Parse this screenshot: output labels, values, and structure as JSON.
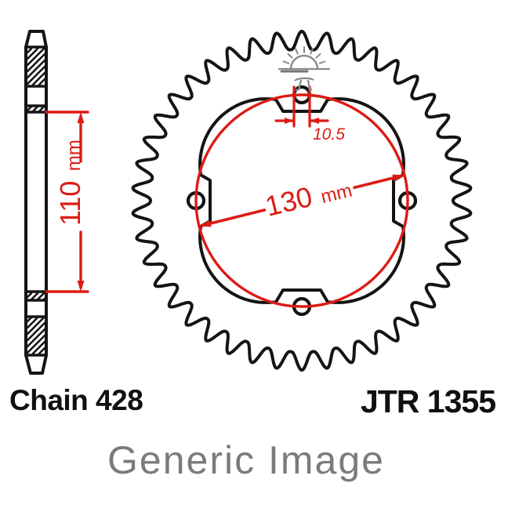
{
  "figure": {
    "type": "sprocket-technical-drawing",
    "front_view": {
      "teeth": 42,
      "bolt_holes": 4
    }
  },
  "dimensions": {
    "side_height": {
      "value": "110",
      "unit": "mm"
    },
    "bolt_circle_diameter": {
      "value": "130",
      "unit": "mm"
    },
    "bolt_hole_diameter": {
      "value": "10.5",
      "unit": ""
    }
  },
  "labels": {
    "chain": "Chain 428",
    "part_number": "JTR 1355",
    "watermark": "Generic Image"
  },
  "icons": {
    "logo": "sunrise-icon"
  },
  "colors": {
    "ink": "#141414",
    "dimension_red": "#dc1b15",
    "logo_gray": "#8a8a8a",
    "watermark_gray": "#7b7b7b",
    "background": "#ffffff"
  }
}
